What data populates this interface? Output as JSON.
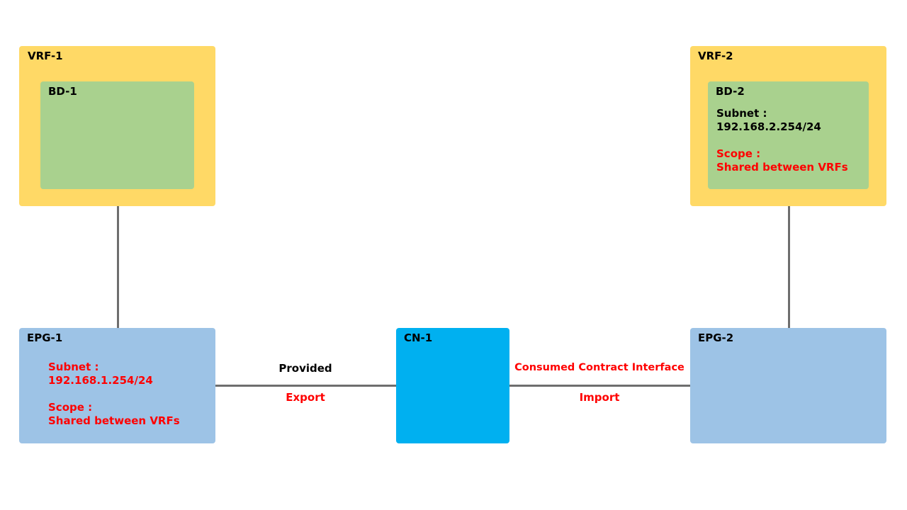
{
  "vrf1": {
    "label": "VRF-1"
  },
  "bd1": {
    "label": "BD-1"
  },
  "vrf2": {
    "label": "VRF-2"
  },
  "bd2": {
    "label": "BD-2",
    "subnet_label": "Subnet :",
    "subnet_value": "192.168.2.254/24",
    "scope_label": "Scope :",
    "scope_value": "Shared between VRFs"
  },
  "epg1": {
    "label": "EPG-1",
    "subnet_label": "Subnet :",
    "subnet_value": "192.168.1.254/24",
    "scope_label": "Scope :",
    "scope_value": "Shared between VRFs"
  },
  "cn1": {
    "label": "CN-1"
  },
  "epg2": {
    "label": "EPG-2"
  },
  "links": {
    "left_top": "Provided",
    "left_bottom": "Export",
    "right_top": "Consumed Contract Interface",
    "right_bottom": "Import"
  },
  "colors": {
    "vrf": "#ffd966",
    "bd": "#a9d18e",
    "epg": "#9dc3e6",
    "cn": "#00b0f0",
    "line": "#6e6e6e",
    "highlight_text": "#ff0000"
  }
}
